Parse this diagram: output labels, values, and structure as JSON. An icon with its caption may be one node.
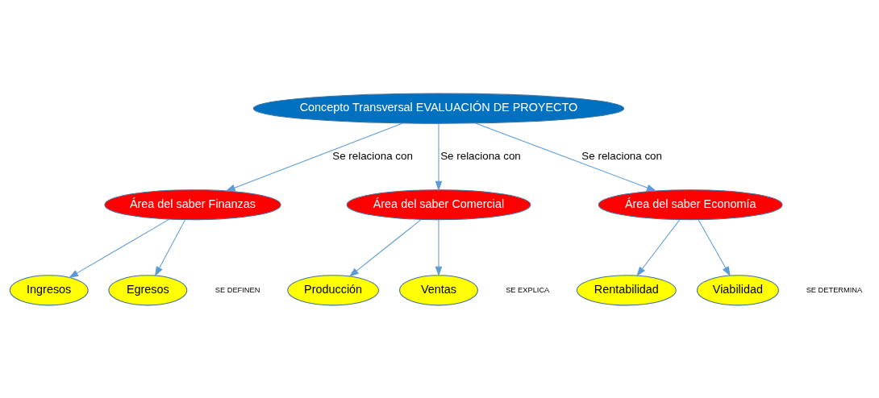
{
  "diagram": {
    "nodes": [
      {
        "text": [
          "Concepto Transversal EVALUACIÓN DE PROYECTO"
        ]
      },
      {
        "text": [
          "Área del saber Finanzas"
        ]
      },
      {
        "text": [
          "Área del saber Comercial"
        ]
      },
      {
        "text": [
          "Área del saber Economía"
        ]
      },
      {
        "text": [
          "Ingresos"
        ]
      },
      {
        "text": [
          "Egresos"
        ]
      },
      {
        "text": [
          "Producción"
        ]
      },
      {
        "text": [
          "Ventas"
        ]
      },
      {
        "text": [
          "Rentabilidad"
        ]
      },
      {
        "text": [
          "Viabilidad"
        ]
      }
    ],
    "edges": [
      {
        "from": 0,
        "to": 1,
        "arrow": "to",
        "label": "Se relaciona con"
      },
      {
        "from": 0,
        "to": 2,
        "arrow": "to",
        "label": "Se relaciona con"
      },
      {
        "from": 0,
        "to": 3,
        "arrow": "to",
        "label": "Se relaciona con"
      },
      {
        "from": 1,
        "to": 4,
        "arrow": "to"
      },
      {
        "from": 1,
        "to": 5,
        "arrow": "to"
      },
      {
        "from": 2,
        "to": 6,
        "arrow": "to"
      },
      {
        "from": 2,
        "to": 7,
        "arrow": "to"
      },
      {
        "from": 3,
        "to": 8,
        "arrow": "to"
      },
      {
        "from": 3,
        "to": 9,
        "arrow": "to"
      }
    ],
    "labels": [
      "SE DEFINEN",
      "SE EXPLICA",
      "SE DETERMINA"
    ]
  }
}
